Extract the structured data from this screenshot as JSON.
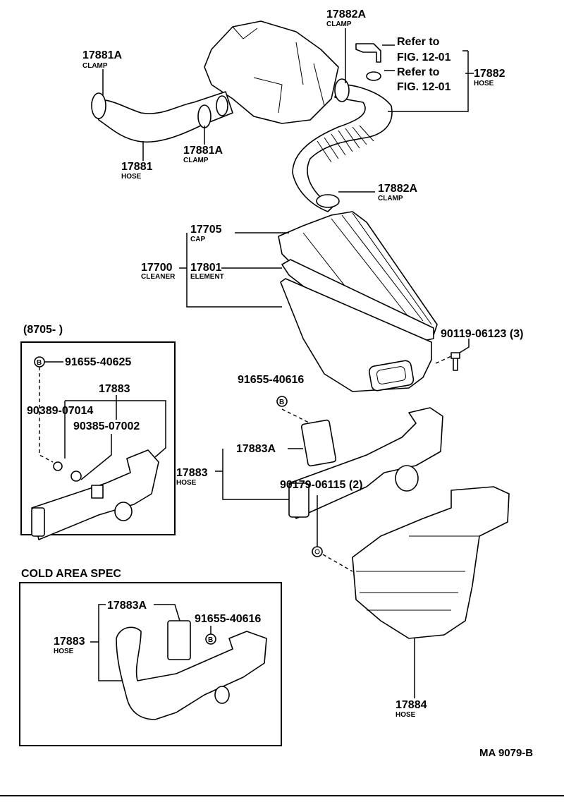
{
  "labels": {
    "clamp_17882a_top": {
      "num": "17882A",
      "name": "CLAMP"
    },
    "refer1": {
      "line1": "Refer to",
      "line2": "FIG. 12-01"
    },
    "refer2": {
      "line1": "Refer to",
      "line2": "FIG. 12-01"
    },
    "hose_17882": {
      "num": "17882",
      "name": "HOSE"
    },
    "clamp_17881a_left": {
      "num": "17881A",
      "name": "CLAMP"
    },
    "hose_17881": {
      "num": "17881",
      "name": "HOSE"
    },
    "clamp_17881a_mid": {
      "num": "17881A",
      "name": "CLAMP"
    },
    "clamp_17882a_low": {
      "num": "17882A",
      "name": "CLAMP"
    },
    "cap_17705": {
      "num": "17705",
      "name": "CAP"
    },
    "cleaner_17700": {
      "num": "17700",
      "name": "CLEANER"
    },
    "element_17801": {
      "num": "17801",
      "name": "ELEMENT"
    },
    "bolt_90119": {
      "num": "90119-06123 (3)"
    },
    "clip_91655_40616": {
      "num": "91655-40616"
    },
    "bracket_17883a": {
      "num": "17883A"
    },
    "hose_17883": {
      "num": "17883",
      "name": "HOSE"
    },
    "nut_90179": {
      "num": "90179-06115 (2)"
    },
    "hose_17884": {
      "num": "17884",
      "name": "HOSE"
    }
  },
  "inset_8705": {
    "title": "(8705-       )",
    "clip": "91655-40625",
    "hose": "17883",
    "part_a": "90389-07014",
    "part_b": "90385-07002",
    "clip_marker": "B"
  },
  "inset_cold": {
    "title": "COLD AREA SPEC",
    "bracket": "17883A",
    "clip": "91655-40616",
    "hose_num": "17883",
    "hose_name": "HOSE",
    "clip_marker": "B"
  },
  "clip_marker": "B",
  "figure_code": "MA 9079-B"
}
